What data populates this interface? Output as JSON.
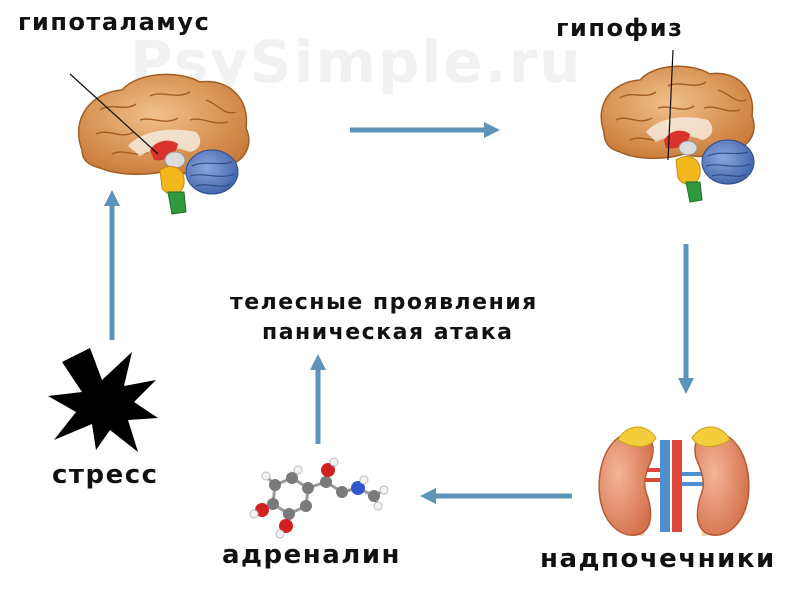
{
  "nodes": {
    "hypothalamus": "гипоталамус",
    "pituitary": "гипофиз",
    "body_line1": "телесные проявления",
    "body_line2": "паническая атака",
    "stress": "стресс",
    "adrenaline": "адреналин",
    "adrenal_glands": "надпочечники"
  },
  "watermark": "PsySimple.ru",
  "colors": {
    "arrow": "#5b93ba",
    "brain": "#d9934e",
    "cerebellum": "#4e72b8",
    "brainstem": "#f2b81c",
    "kidney": "#e4906a",
    "adrenal_cap": "#f3cd3a"
  },
  "icons": {
    "brain": "brain-illustration",
    "burst": "explosion-star-icon",
    "molecule": "adrenaline-molecule",
    "kidneys": "kidneys-illustration"
  }
}
